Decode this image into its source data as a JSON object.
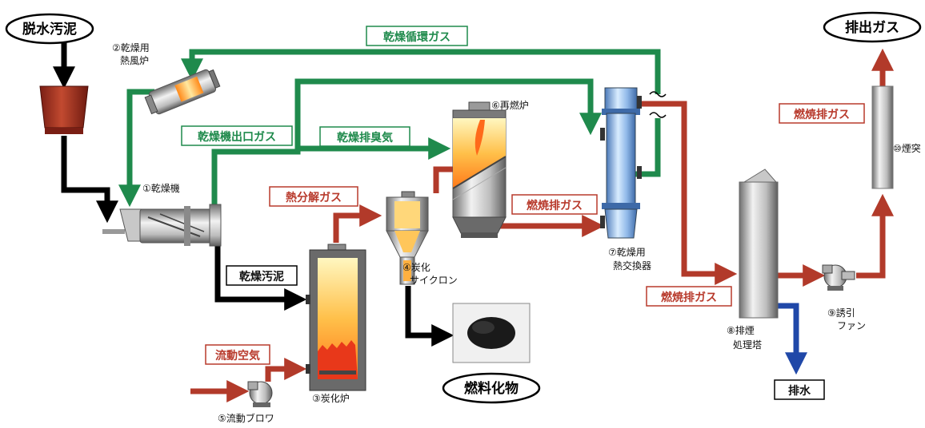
{
  "terminals": {
    "input": "脱水汚泥",
    "output": "排出ガス",
    "product": "燃料化物"
  },
  "flows": {
    "dryer_circulation_gas": "乾燥循環ガス",
    "dryer_outlet_gas": "乾燥機出口ガス",
    "dryer_exhaust_odor": "乾燥排臭気",
    "pyrolysis_gas": "熱分解ガス",
    "combustion_exhaust_1": "燃焼排ガス",
    "combustion_exhaust_2": "燃焼排ガス",
    "combustion_exhaust_3": "燃焼排ガス",
    "dried_sludge": "乾燥汚泥",
    "fluidizing_air": "流動空気",
    "wastewater": "排水"
  },
  "equipment": {
    "dryer": "①乾燥機",
    "hot_air_furnace_l1": "②乾燥用",
    "hot_air_furnace_l2": "熱風炉",
    "carbonizer": "③炭化炉",
    "cyclone_l1": "④炭化",
    "cyclone_l2": "サイクロン",
    "blower": "⑤流動ブロワ",
    "reburner": "⑥再燃炉",
    "heat_exchanger_l1": "⑦乾燥用",
    "heat_exchanger_l2": "熱交換器",
    "scrubber_l1": "⑧排煙",
    "scrubber_l2": "処理塔",
    "fan_l1": "⑨誘引",
    "fan_l2": "ファン",
    "stack": "⑩煙突"
  },
  "colors": {
    "green_flow": "#1f8a4c",
    "red_flow": "#b23a2a",
    "black_flow": "#000000",
    "blue_flow": "#2048a8"
  }
}
